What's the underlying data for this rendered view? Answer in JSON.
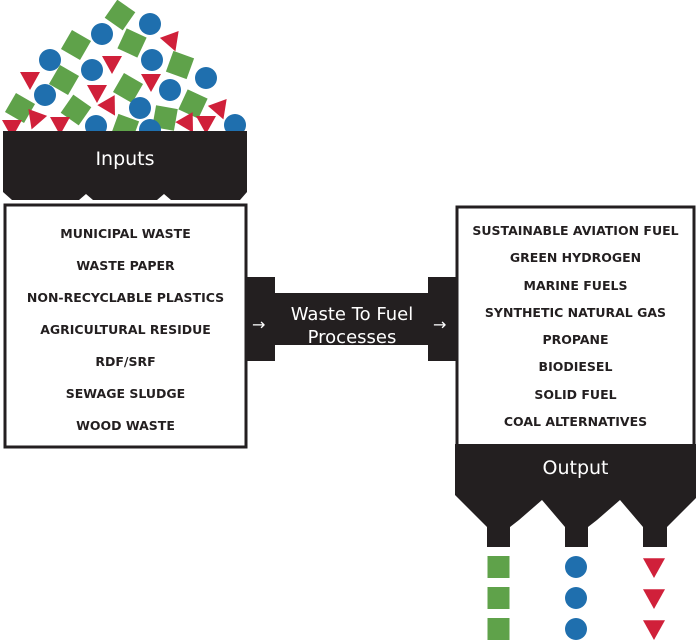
{
  "title_inputs": "Inputs",
  "title_process": "Waste To Fuel Processes",
  "title_output": "Output",
  "arrow_glyph": "→",
  "inputs": [
    "MUNICIPAL WASTE",
    "WASTE PAPER",
    "NON-RECYCLABLE PLASTICS",
    "AGRICULTURAL RESIDUE",
    "RDF/SRF",
    "SEWAGE SLUDGE",
    "WOOD WASTE"
  ],
  "outputs": [
    "SUSTAINABLE AVIATION FUEL",
    "GREEN HYDROGEN",
    "MARINE FUELS",
    "SYNTHETIC NATURAL GAS",
    "PROPANE",
    "BIODIESEL",
    "SOLID FUEL",
    "COAL ALTERNATIVES"
  ],
  "colors": {
    "dark": "#231f20",
    "green": "#5fa24a",
    "blue": "#1f6fae",
    "red": "#d0203a"
  }
}
